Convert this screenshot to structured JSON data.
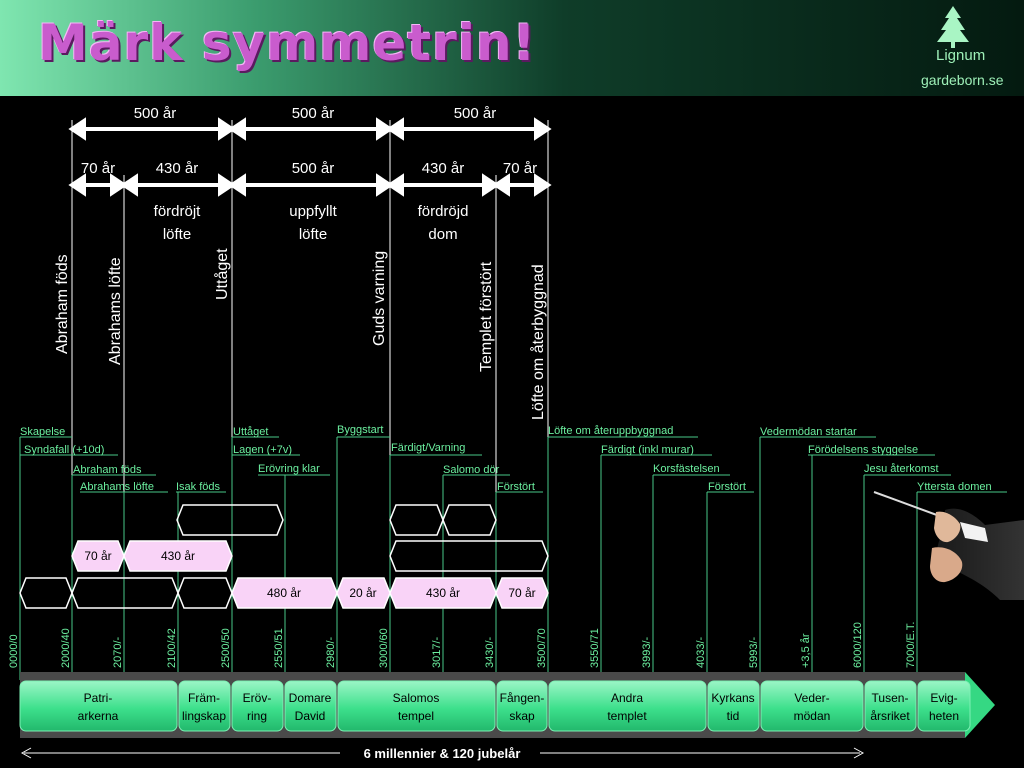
{
  "title": "Märk symmetrin!",
  "brand": {
    "name": "Lignum",
    "site": "gardeborn.se"
  },
  "top_spans": [
    "500 år",
    "500 år",
    "500 år"
  ],
  "mid_spans": [
    "70 år",
    "430 år",
    "500 år",
    "430 år",
    "70 år"
  ],
  "span_captions": [
    {
      "l1": "fördröjt",
      "l2": "löfte"
    },
    {
      "l1": "uppfyllt",
      "l2": "löfte"
    },
    {
      "l1": "fördröjd",
      "l2": "dom"
    }
  ],
  "rotated_labels": [
    "Abraham föds",
    "Abrahams löfte",
    "Uttåget",
    "Guds varning",
    "Templet förstört",
    "Löfte om återbyggnad"
  ],
  "events": [
    "Skapelse",
    "Syndafall (+10d)",
    "Abraham föds",
    "Abrahams löfte",
    "Isak föds",
    "Uttåget",
    "Lagen (+7v)",
    "Erövring klar",
    "Byggstart",
    "Färdigt/Varning",
    "Salomo dör",
    "Förstört",
    "Löfte om återuppbyggnad",
    "Färdigt (inkl murar)",
    "Korsfästelsen",
    "Förstört",
    "Vedermödan startar",
    "Förödelsens styggelse",
    "Jesu återkomst",
    "Yttersta domen"
  ],
  "pink_boxes": [
    "70 år",
    "430 år",
    "480 år",
    "20 år",
    "430 år",
    "70 år"
  ],
  "years": [
    "0000/0",
    "2000/40",
    "2070/-",
    "2100/42",
    "2500/50",
    "2550/51",
    "2980/-",
    "3000/60",
    "3017/-",
    "3430/-",
    "3500/70",
    "3550/71",
    "3993/-",
    "4033/-",
    "5993/-",
    "+3,5 år",
    "6000/120",
    "7000/E.T."
  ],
  "eras": [
    {
      "l1": "Patri-",
      "l2": "arkerna"
    },
    {
      "l1": "Främ-",
      "l2": "lingskap"
    },
    {
      "l1": "Eröv-",
      "l2": "ring"
    },
    {
      "l1": "Domare",
      "l2": "David"
    },
    {
      "l1": "Salomos",
      "l2": "tempel"
    },
    {
      "l1": "Fången-",
      "l2": "skap"
    },
    {
      "l1": "Andra",
      "l2": "templet"
    },
    {
      "l1": "Kyrkans",
      "l2": "tid"
    },
    {
      "l1": "Veder-",
      "l2": "mödan"
    },
    {
      "l1": "Tusen-",
      "l2": "årsriket"
    },
    {
      "l1": "Evig-",
      "l2": "heten"
    }
  ],
  "footer": "6 millennier & 120 jubelår",
  "colors": {
    "title": "#c95ccd",
    "green_text": "#6cf0a0",
    "pink": "#f9d3f7",
    "era_green": "#3de08c"
  }
}
